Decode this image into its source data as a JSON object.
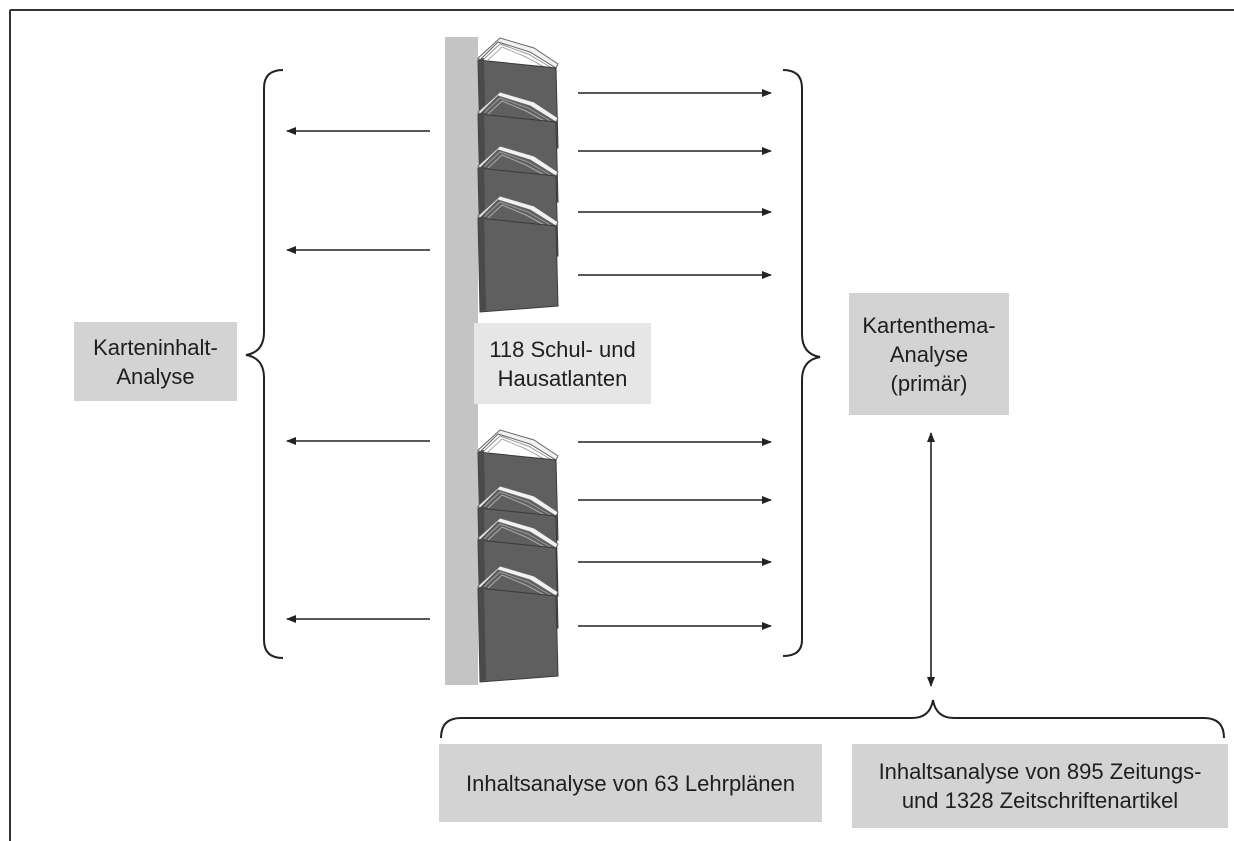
{
  "labels": {
    "karteninhalt": [
      "Karteninhalt-",
      "Analyse"
    ],
    "atlanten": [
      "118 Schul- und",
      "Hausatlanten"
    ],
    "kartenthema": [
      "Kartenthema-",
      "Analyse",
      "(primär)"
    ],
    "lehrplaene": "Inhaltsanalyse von 63 Lehrplänen",
    "zeitungen": [
      "Inhaltsanalyse von 895 Zeitungs-",
      "und 1328 Zeitschriftenartikel"
    ]
  },
  "icons": {
    "atlas_book": "book-icon",
    "arrow": "arrow-icon",
    "brace": "curly-brace-icon"
  },
  "colors": {
    "box_fill": "#d3d3d3",
    "spine": "#c4c4c4",
    "book_dark": "#5e5e5e",
    "line": "#222222"
  }
}
